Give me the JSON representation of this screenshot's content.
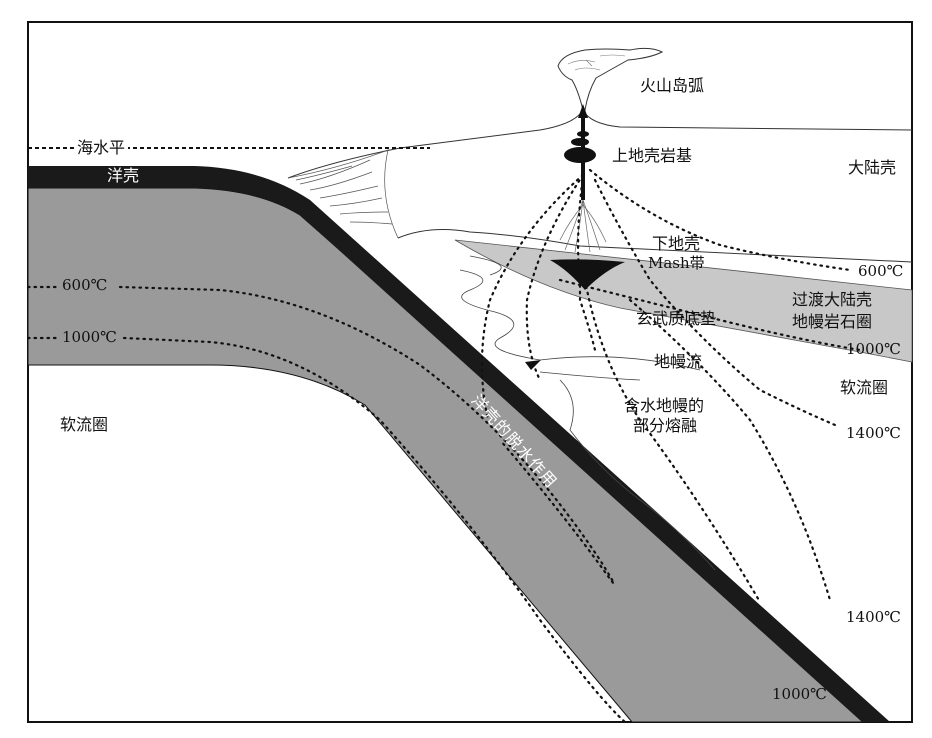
{
  "labels": {
    "volcanic_arc": "火山岛弧",
    "sea_level": "海水平",
    "upper_crust_batholith": "上地壳岩基",
    "continental_crust": "大陆壳",
    "oceanic_crust": "洋壳",
    "lower_crust": "下地壳",
    "mash_zone": "Mash带",
    "transitional_lithosphere": [
      "过渡大陆壳",
      "地幔岩石圈"
    ],
    "basaltic_underplate": "玄武质底垫",
    "mantle_flow": "地幔流",
    "dehydration": "洋壳的脱水作用",
    "hydrous_melting": [
      "含水地幔的",
      "部分熔融"
    ],
    "asthenosphere_left": "软流圈",
    "asthenosphere_right": "软流圈"
  },
  "isotherms": {
    "left_600": "600℃",
    "left_1000": "1000℃",
    "right_600": "600℃",
    "right_1000": "1000℃",
    "right_1400_upper": "1400℃",
    "right_1400_lower": "1400℃",
    "bottom_1000": "1000℃"
  },
  "colors": {
    "oceanic_crust": "#1a1a1a",
    "subducting_lithosphere": "#9a9a9a",
    "basaltic_underplate": "#c8c8c8",
    "background": "#ffffff"
  }
}
